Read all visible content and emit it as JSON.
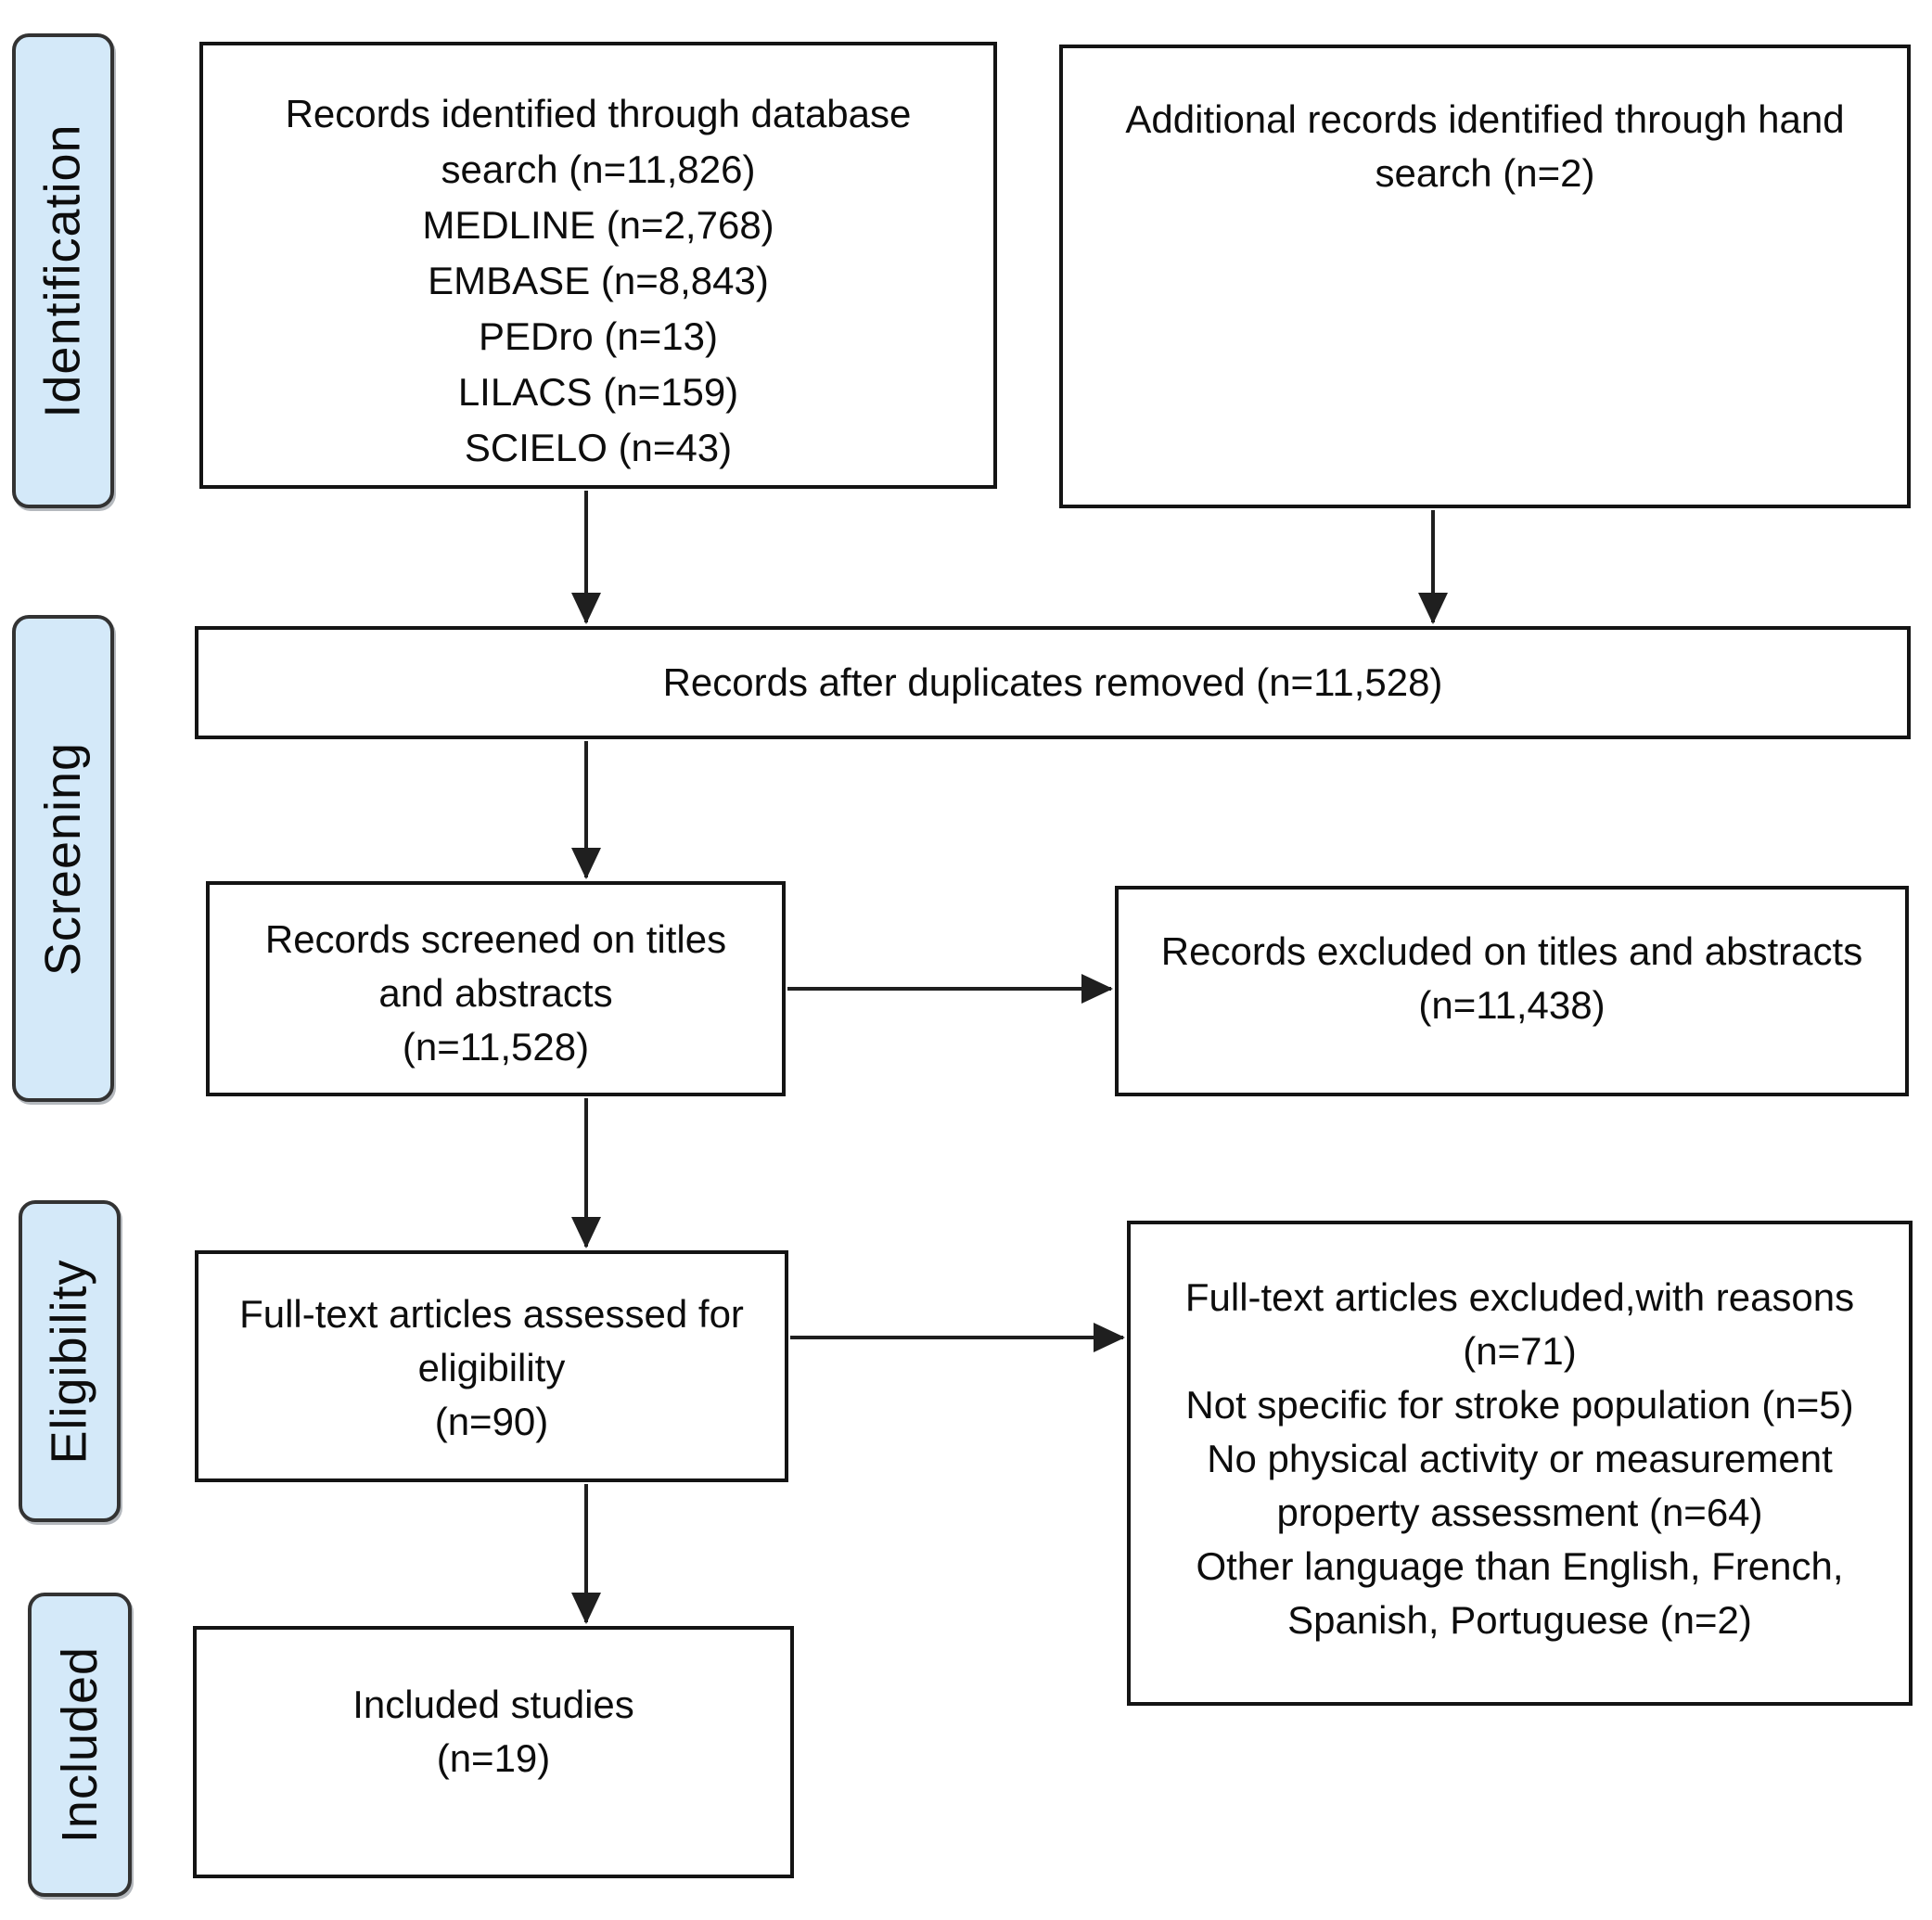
{
  "sidebar": {
    "stages": [
      {
        "label": "Identification"
      },
      {
        "label": "Screening"
      },
      {
        "label": "Eligibility"
      },
      {
        "label": "Included"
      }
    ]
  },
  "boxes": {
    "records_db": {
      "lines": [
        "Records identified through database",
        "search (n=11,826)",
        "MEDLINE (n=2,768)",
        "EMBASE (n=8,843)",
        "PEDro (n=13)",
        "LILACS (n=159)",
        "SCIELO (n=43)"
      ]
    },
    "hand_search": {
      "lines": [
        "Additional records identified through hand",
        "search (n=2)"
      ]
    },
    "duplicates_removed": {
      "lines": [
        "Records after duplicates removed (n=11,528)"
      ]
    },
    "records_screened": {
      "lines": [
        "Records screened on titles",
        "and abstracts",
        "(n=11,528)"
      ]
    },
    "records_excluded": {
      "lines": [
        "Records excluded on titles and abstracts",
        "(n=11,438)"
      ]
    },
    "fulltext_assessed": {
      "lines": [
        "Full-text articles assessed for",
        "eligibility",
        "(n=90)"
      ]
    },
    "fulltext_excluded": {
      "lines": [
        "Full-text articles excluded,with reasons",
        "(n=71)",
        "Not specific for stroke population (n=5)",
        "No physical activity or measurement",
        "property assessment (n=64)",
        "Other language than English, French,",
        "Spanish, Portuguese (n=2)"
      ]
    },
    "included_studies": {
      "lines": [
        "Included studies",
        "(n=19)"
      ]
    }
  },
  "colors": {
    "stage_fill": "#d4e9f9",
    "stage_border": "#333333",
    "box_border": "#141414",
    "arrow": "#1f1f1f",
    "text": "#0d0d0d",
    "background": "#ffffff"
  }
}
